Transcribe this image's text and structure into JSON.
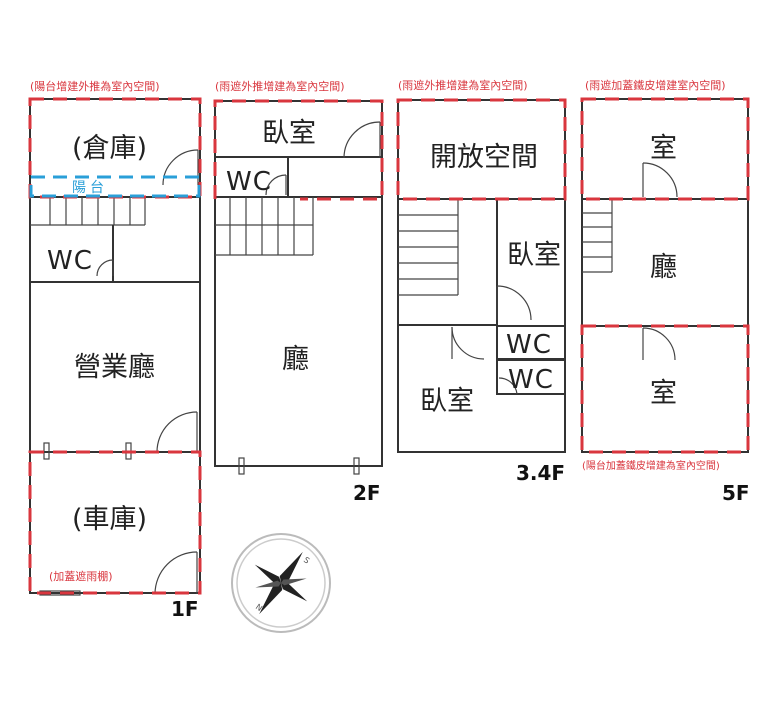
{
  "notes": {
    "f1_top": "(陽台增建外推為室內空間)",
    "f2_top": "(雨遮外推增建為室內空間)",
    "f34_top": "(雨遮外推增建為室內空間)",
    "f5_top": "(雨遮加蓋鐵皮增建室內空間)",
    "f5_bottom": "(陽台加蓋鐵皮增建為室內空間)",
    "f1_bottom": "(加蓋遮雨棚)"
  },
  "floors": {
    "f1": "1F",
    "f2": "2F",
    "f34": "3.4F",
    "f5": "5F"
  },
  "rooms": {
    "f1_storage": "(倉庫)",
    "f1_balcony": "陽台",
    "f1_wc": "WC",
    "f1_business_hall": "營業廳",
    "f1_garage": "(車庫)",
    "f2_bedroom": "臥室",
    "f2_wc": "WC",
    "f2_hall": "廳",
    "f34_open_space": "開放空間",
    "f34_bedroom_right": "臥室",
    "f34_wc_upper": "WC",
    "f34_wc_lower": "WC",
    "f34_bedroom_left": "臥室",
    "f5_room_top": "室",
    "f5_hall": "廳",
    "f5_room_bottom": "室"
  },
  "colors": {
    "red_dashed": "#d9363e",
    "blue_dashed": "#2a9fd8",
    "walls": "#333333"
  },
  "compass": {
    "icon": "compass-rose-icon",
    "n_label": "N",
    "s_label": "S"
  }
}
